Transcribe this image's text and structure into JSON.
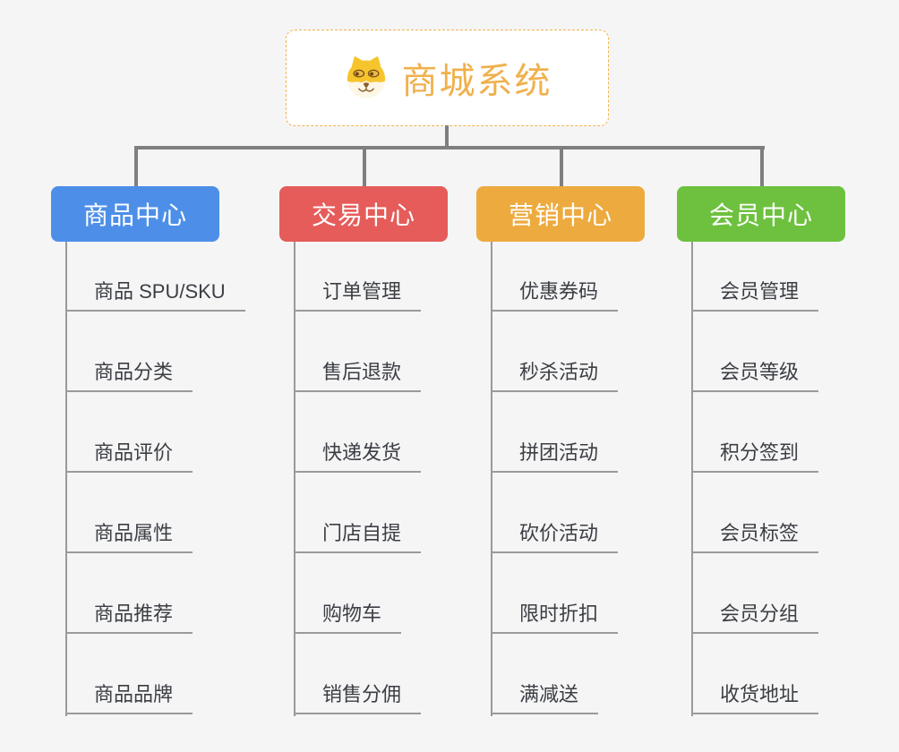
{
  "page": {
    "background_color": "#f5f5f6",
    "connector_color": "#7f7f7f",
    "leaf_line_color": "#9a9a9a"
  },
  "root": {
    "title": "商城系统",
    "icon": "doge-icon",
    "text_color": "#f0b04c",
    "border_color": "#f2b04d"
  },
  "branches": [
    {
      "label": "商品中心",
      "color": "#4d8fe8",
      "children": [
        "商品 SPU/SKU",
        "商品分类",
        "商品评价",
        "商品属性",
        "商品推荐",
        "商品品牌"
      ]
    },
    {
      "label": "交易中心",
      "color": "#e55c5a",
      "children": [
        "订单管理",
        "售后退款",
        "快递发货",
        "门店自提",
        "购物车",
        "销售分佣"
      ]
    },
    {
      "label": "营销中心",
      "color": "#edaa3e",
      "children": [
        "优惠券码",
        "秒杀活动",
        "拼团活动",
        "砍价活动",
        "限时折扣",
        "满减送"
      ]
    },
    {
      "label": "会员中心",
      "color": "#6ec13e",
      "children": [
        "会员管理",
        "会员等级",
        "积分签到",
        "会员标签",
        "会员分组",
        "收货地址"
      ]
    }
  ]
}
